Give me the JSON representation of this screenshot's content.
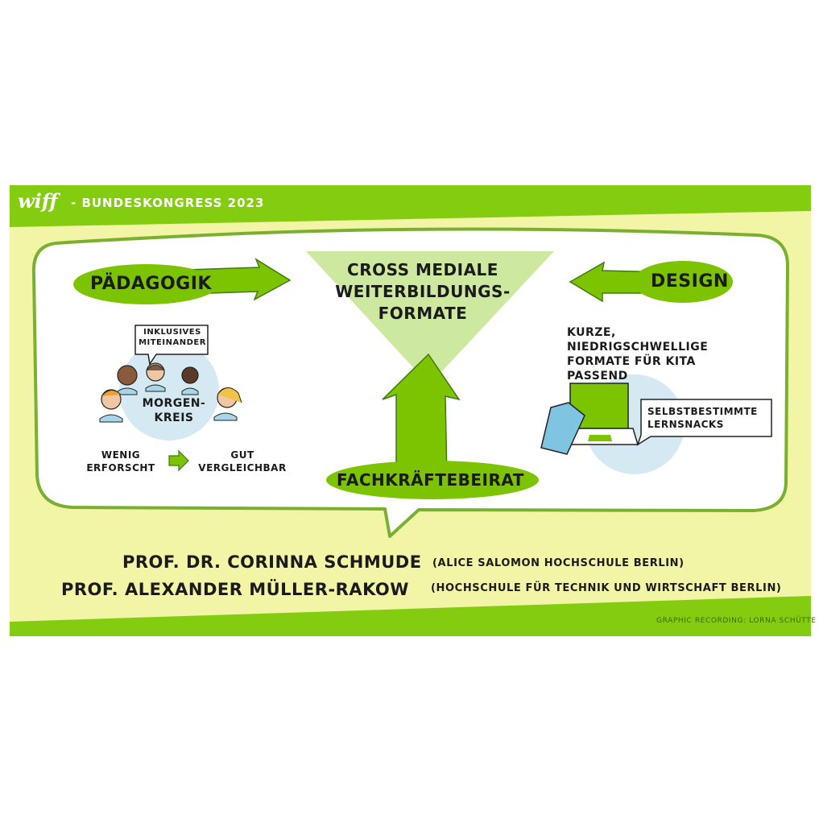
{
  "header": {
    "brand": "wiff",
    "subtitle": "- BUNDESKONGRESS 2023"
  },
  "left": {
    "label": "PÄDAGOGIK",
    "speech": "INKLUSIVES MITEINANDER",
    "circle_label": "MORGEN- KREIS",
    "from": "WENIG ERFORSCHT",
    "to": "GUT VERGLEICHBAR"
  },
  "center": {
    "title": "CROSS MEDIALE WEITERBILDUNGS- FORMATE",
    "bottom_label": "FACHKRÄFTEBEIRAT"
  },
  "right": {
    "label": "DESIGN",
    "text": "KURZE, NIEDRIGSCHWELLIGE FORMATE FÜR KITA PASSEND",
    "speech": "SELBSTBESTIMMTE LERNSNACKS"
  },
  "speakers": [
    {
      "name": "PROF. DR. CORINNA SCHMUDE",
      "affiliation": "(ALICE SALOMON HOCHSCHULE BERLIN)"
    },
    {
      "name": "PROF. ALEXANDER MÜLLER-RAKOW",
      "affiliation": "(HOCHSCHULE FÜR TECHNIK UND WIRTSCHAFT BERLIN)"
    }
  ],
  "credit": "GRAPHIC RECORDING: LORNA SCHÜTTE",
  "colors": {
    "green": "#7cc400",
    "light_green": "#f1f6a6",
    "pale_green": "#cde9a0",
    "blue": "#d4e9f2",
    "dark_green": "#3f7a14"
  }
}
